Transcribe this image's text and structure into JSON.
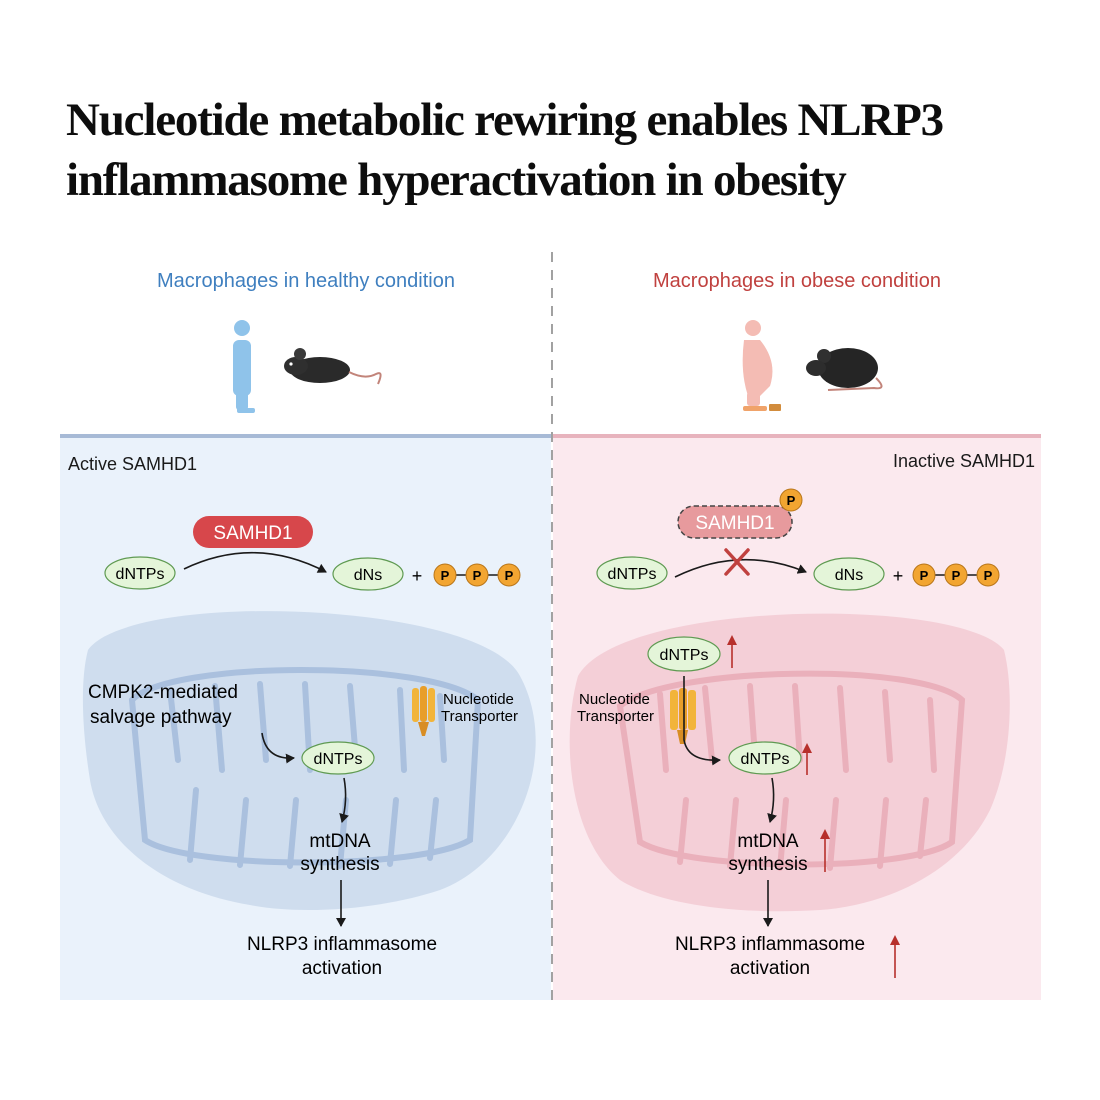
{
  "title": "Nucleotide metabolic rewiring enables NLRP3 inflammasome hyperactivation in obesity",
  "colors": {
    "healthy_accent": "#3f7fbf",
    "obese_accent": "#c0413f",
    "healthy_panel": "#eaf2fb",
    "obese_panel": "#fbe9ee",
    "samhd1_red": "#d7474b",
    "phosphate_orange": "#f2a531",
    "node_green": "#e4f5d9",
    "up_arrow": "#b7302c"
  },
  "healthy": {
    "heading": "Macrophages in healthy condition",
    "panel_label": "Active SAMHD1",
    "enzyme": "SAMHD1",
    "substrate": "dNTPs",
    "product": "dNs",
    "plus": "+",
    "phosphate": "P",
    "salvage_line1": "CMPK2-mediated",
    "salvage_line2": "salvage pathway",
    "transporter_line1": "Nucleotide",
    "transporter_line2": "Transporter",
    "mito_dntps": "dNTPs",
    "mtdna_line1": "mtDNA",
    "mtdna_line2": "synthesis",
    "nlrp3_line1": "NLRP3 inflammasome",
    "nlrp3_line2": "activation"
  },
  "obese": {
    "heading": "Macrophages in obese condition",
    "panel_label": "Inactive SAMHD1",
    "enzyme": "SAMHD1",
    "enzyme_phospho": "P",
    "substrate": "dNTPs",
    "product": "dNs",
    "plus": "+",
    "phosphate": "P",
    "cyto_dntps": "dNTPs",
    "transporter_line1": "Nucleotide",
    "transporter_line2": "Transporter",
    "mito_dntps": "dNTPs",
    "mtdna_line1": "mtDNA",
    "mtdna_line2": "synthesis",
    "nlrp3_line1": "NLRP3 inflammasome",
    "nlrp3_line2": "activation"
  }
}
